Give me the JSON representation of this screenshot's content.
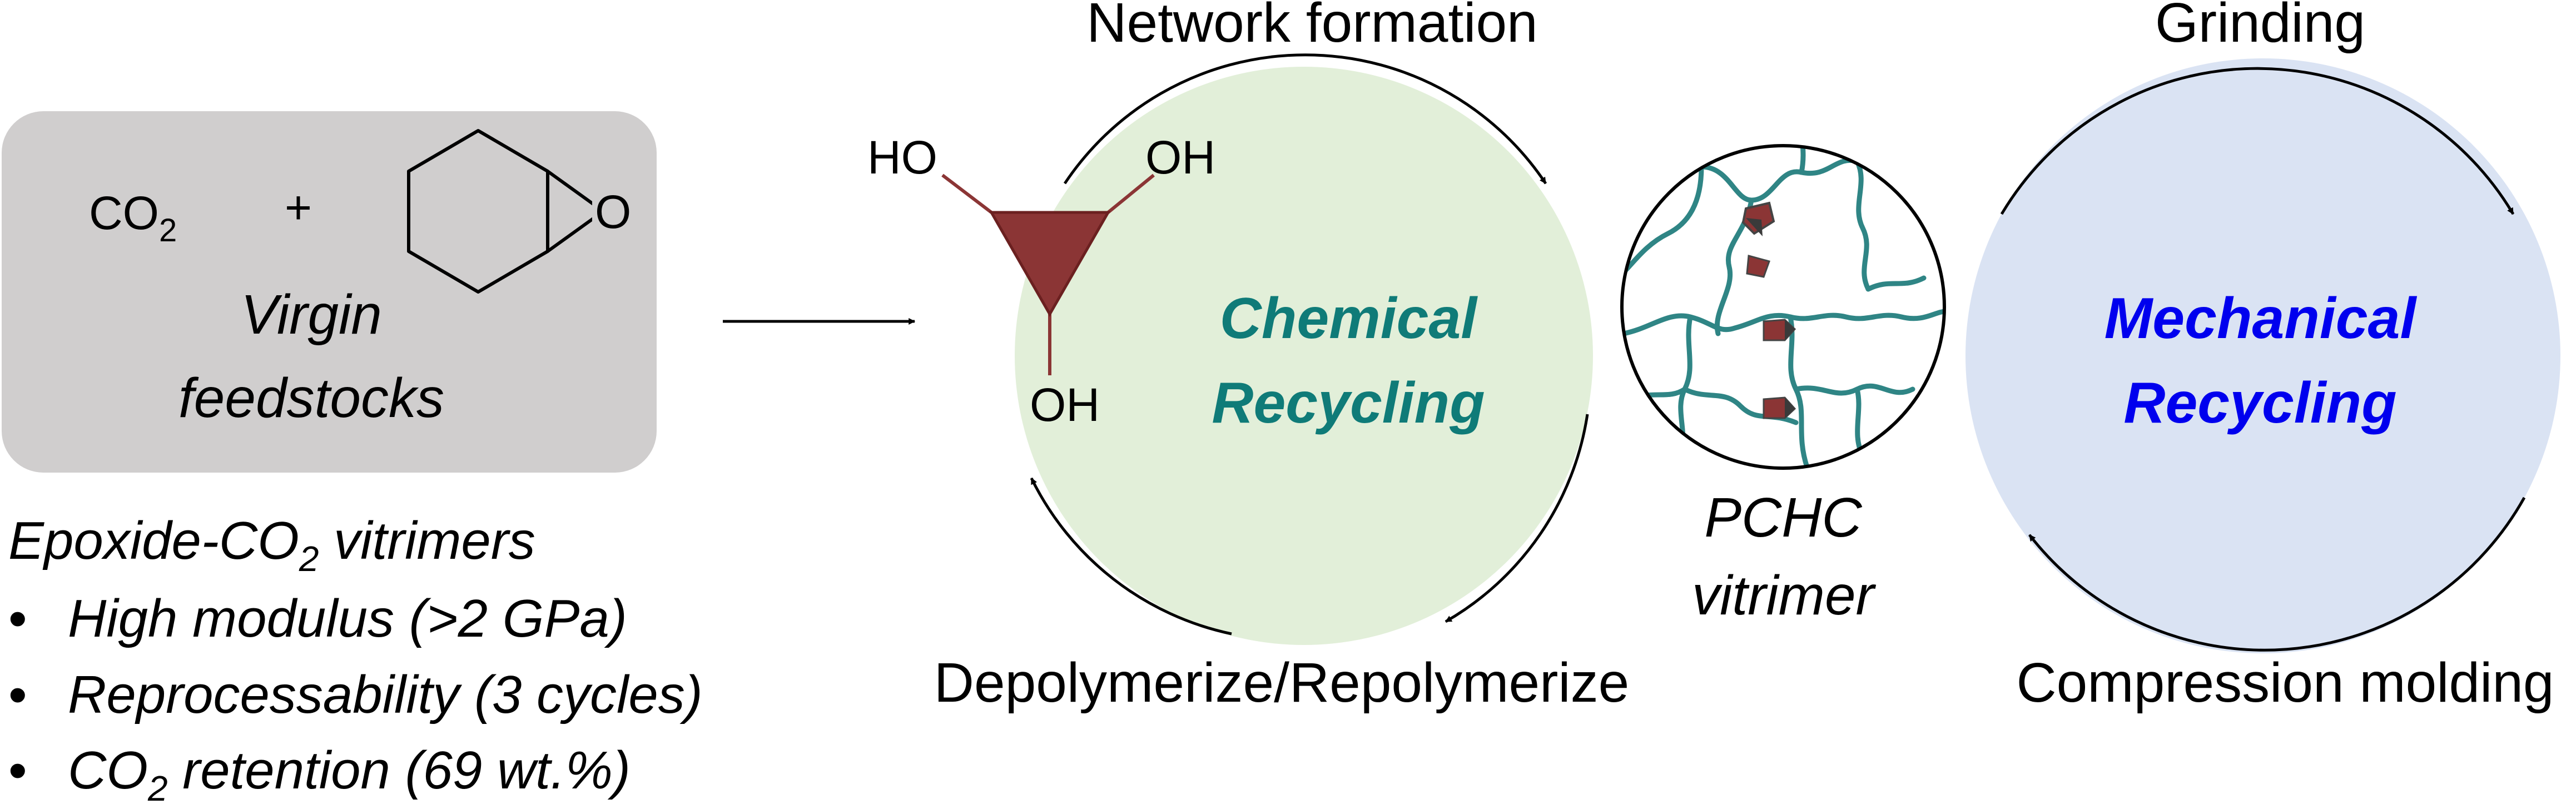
{
  "feedstock": {
    "co2": "CO",
    "co2_sub": "2",
    "plus": "+",
    "epoxide_o": "O",
    "line1": "Virgin",
    "line2": "feedstocks"
  },
  "properties": {
    "heading_pre": "Epoxide-CO",
    "heading_sub": "2",
    "heading_post": " vitrimers",
    "bullet": "•",
    "item1": "High modulus (>2 GPa)",
    "item2": "Reprocessability (3 cycles)",
    "item3_pre": "CO",
    "item3_sub": "2",
    "item3_post": " retention (69 wt.%)"
  },
  "chemical": {
    "top_label": "Network formation",
    "bottom_label": "Depolymerize/Repolymerize",
    "title_line1": "Chemical",
    "title_line2": "Recycling",
    "triol_ho": "HO",
    "triol_oh_right": "OH",
    "triol_oh_bottom": "OH",
    "fill_color": "#e2efd9",
    "text_color": "#0f7b78",
    "triangle_color": "#8b3535"
  },
  "network": {
    "line1": "PCHC",
    "line2": "vitrimer",
    "strand_color": "#2f8585"
  },
  "mechanical": {
    "top_label": "Grinding",
    "bottom_label": "Compression molding",
    "title_line1": "Mechanical",
    "title_line2": "Recycling",
    "fill_color": "#dae3f3",
    "text_color": "#0000ee"
  }
}
